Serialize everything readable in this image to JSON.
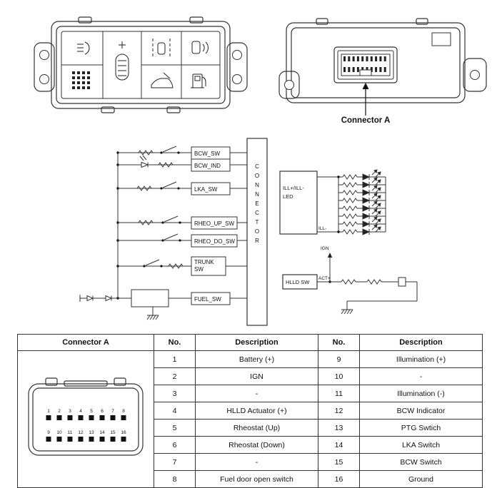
{
  "header": {
    "connector_label": "Connector A"
  },
  "front_panel": {
    "icons": [
      "headlight-leveling",
      "dimmer-plus",
      "grille",
      "lka",
      "bcw",
      "trunk-open",
      "fuel-door"
    ]
  },
  "circuit": {
    "boxes": {
      "bcw_sw": "BCW_SW",
      "bcw_ind": "BCW_IND",
      "lka_sw": "LKA_SW",
      "rheo_up": "RHEO_UP_SW",
      "rheo_do": "RHEO_DO_SW",
      "trunk_1": "TRUNK",
      "trunk_2": "SW",
      "fuel": "FUEL_SW",
      "hlld": "HLLD SW",
      "ill_1": "ILL+/ILL-",
      "ill_2": "LED"
    },
    "connector_letters": [
      "C",
      "O",
      "N",
      "N",
      "E",
      "C",
      "T",
      "O",
      "R"
    ],
    "labels": {
      "ill_minus": "ILL-",
      "ign": "IGN",
      "act_plus": "ACT+"
    }
  },
  "table": {
    "headers": {
      "connector": "Connector A",
      "no_left": "No.",
      "desc_left": "Description",
      "no_right": "No.",
      "desc_right": "Description"
    },
    "rows": [
      {
        "no_left": "1",
        "desc_left": "Battery (+)",
        "no_right": "9",
        "desc_right": "Illumination (+)"
      },
      {
        "no_left": "2",
        "desc_left": "IGN",
        "no_right": "10",
        "desc_right": "-"
      },
      {
        "no_left": "3",
        "desc_left": "-",
        "no_right": "11",
        "desc_right": "Illumination (-)"
      },
      {
        "no_left": "4",
        "desc_left": "HLLD Actuator (+)",
        "no_right": "12",
        "desc_right": "BCW Indicator"
      },
      {
        "no_left": "5",
        "desc_left": "Rheostat (Up)",
        "no_right": "13",
        "desc_right": "PTG Swtich"
      },
      {
        "no_left": "6",
        "desc_left": "Rheostat (Down)",
        "no_right": "14",
        "desc_right": "LKA Switch"
      },
      {
        "no_left": "7",
        "desc_left": "-",
        "no_right": "15",
        "desc_right": "BCW Switch"
      },
      {
        "no_left": "8",
        "desc_left": "Fuel door open switch",
        "no_right": "16",
        "desc_right": "Ground"
      }
    ],
    "pins_top": [
      "1",
      "2",
      "3",
      "4",
      "5",
      "6",
      "7",
      "8"
    ],
    "pins_bottom": [
      "9",
      "10",
      "11",
      "12",
      "13",
      "14",
      "15",
      "16"
    ]
  }
}
